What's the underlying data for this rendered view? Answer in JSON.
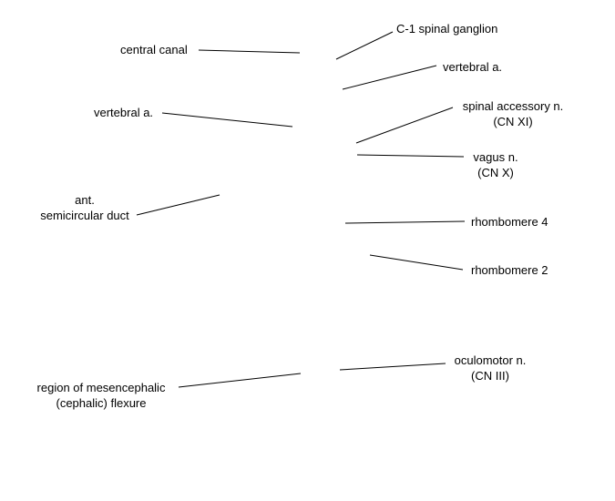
{
  "labels": {
    "central_canal": [
      "central canal"
    ],
    "vertebral_left": [
      "vertebral a."
    ],
    "ant_semicircular_duct": [
      "ant.",
      "semicircular duct"
    ],
    "mesencephalic_flexure": [
      "region of mesencephalic",
      "(cephalic) flexure"
    ],
    "c1_spinal_ganglion": [
      "C-1 spinal ganglion"
    ],
    "vertebral_right": [
      "vertebral a."
    ],
    "spinal_accessory": [
      "spinal accessory n.",
      "(CN XI)"
    ],
    "vagus": [
      "vagus n.",
      "(CN X)"
    ],
    "rhombomere_4": [
      "rhombomere 4"
    ],
    "rhombomere_2": [
      "rhombomere 2"
    ],
    "oculomotor": [
      "oculomotor n.",
      "(CN III)"
    ]
  }
}
